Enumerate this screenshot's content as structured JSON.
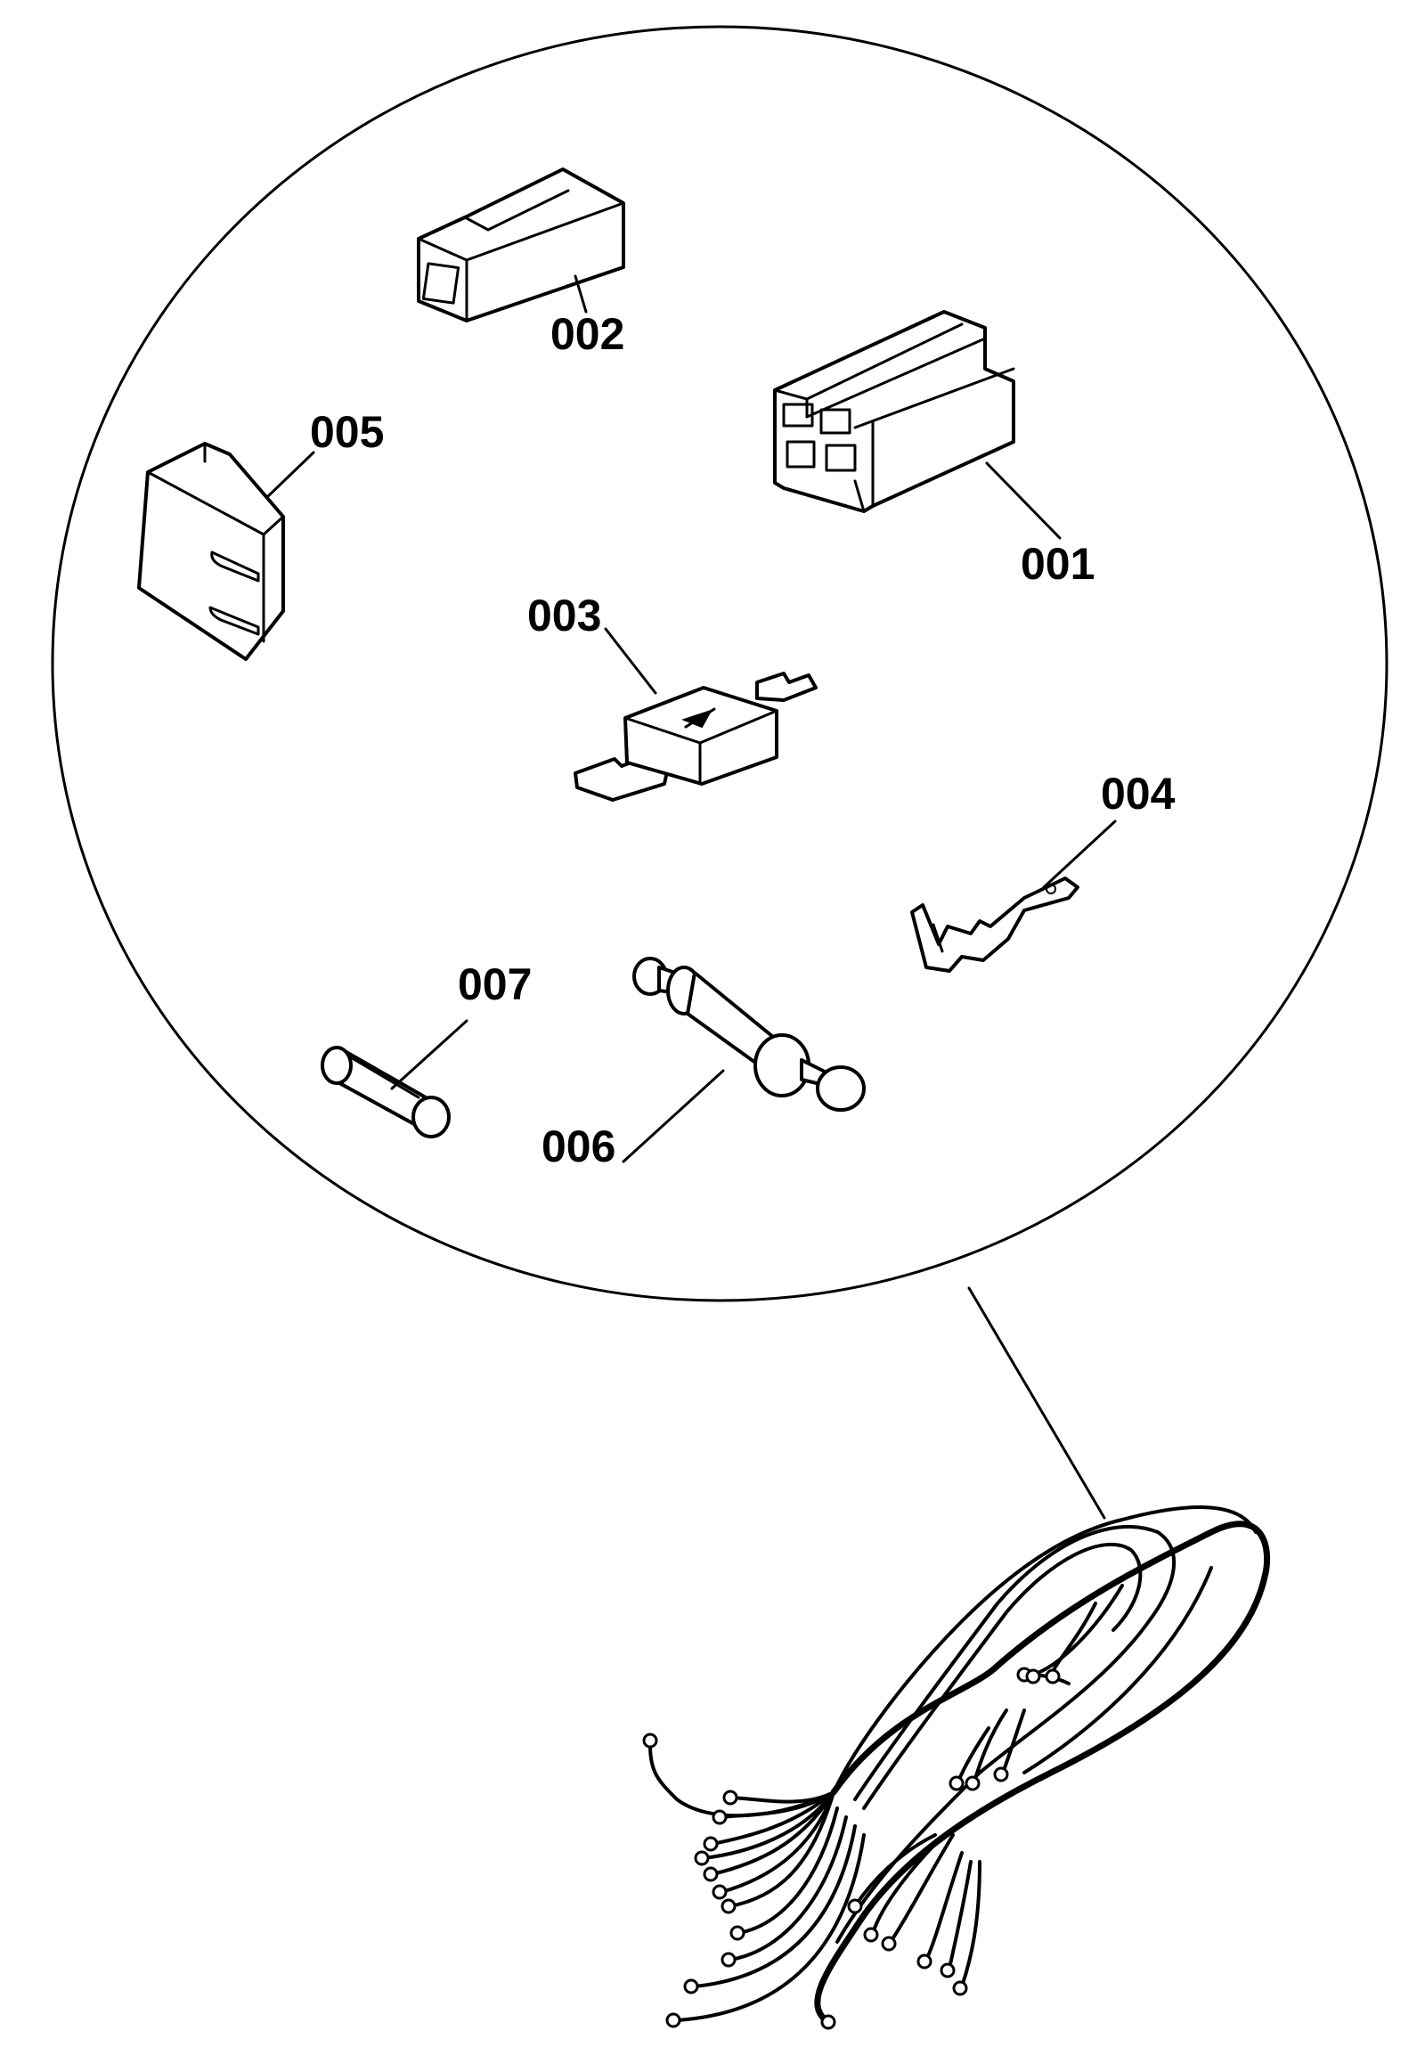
{
  "labels": {
    "p001": "001",
    "p002": "002",
    "p003": "003",
    "p004": "004",
    "p005": "005",
    "p006": "006",
    "p007": "007"
  }
}
